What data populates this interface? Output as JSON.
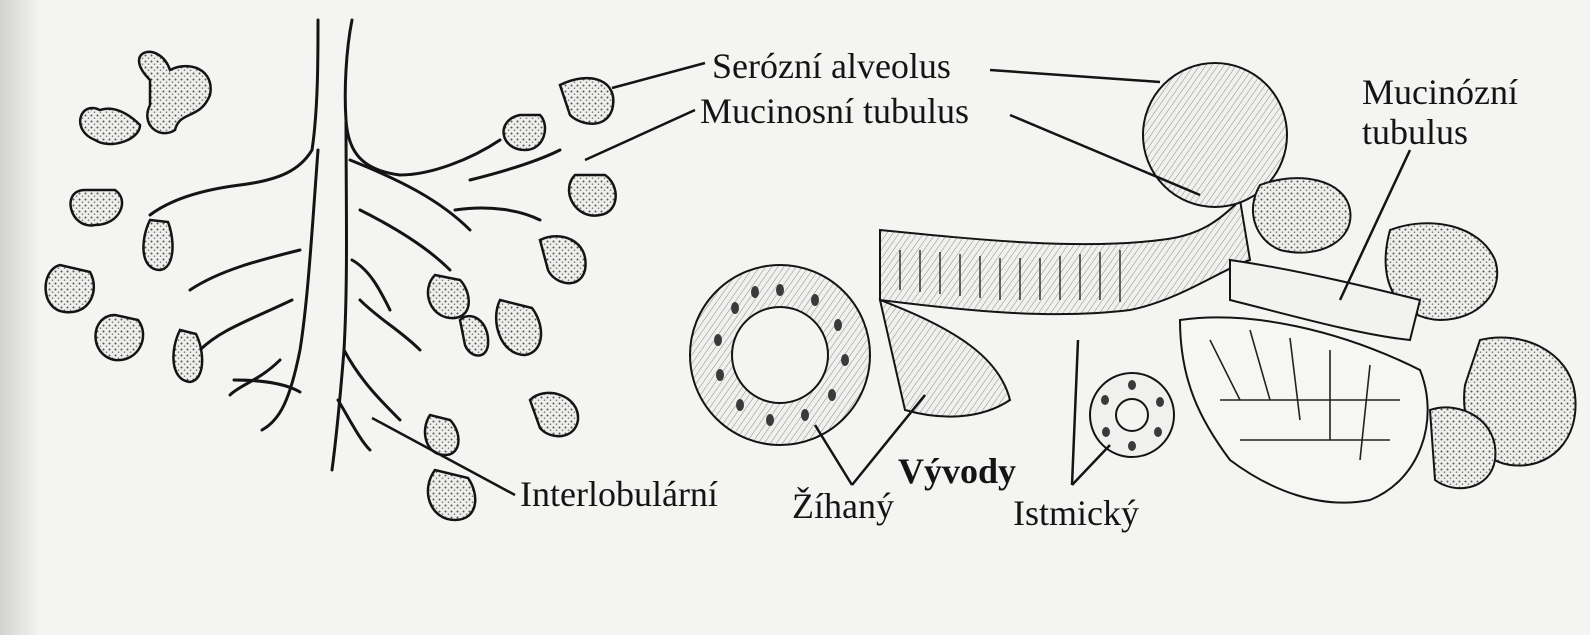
{
  "labels": {
    "serozni_alveolus": "Serózní alveolus",
    "mucinosni_tubulus": "Mucinosní tubulus",
    "mucinozni_tubulus_line1": "Mucinózní",
    "mucinozni_tubulus_line2": "tubulus",
    "interlobularni": "Interlobulární",
    "vyvody": "Vývody",
    "zihany": "Žíhaný",
    "istmicky": "Istmický"
  },
  "colors": {
    "paper": "#f4f4f2",
    "ink": "#141414",
    "stipple": "#6a6a6a",
    "shadow_edge": "#c9c9c7"
  }
}
